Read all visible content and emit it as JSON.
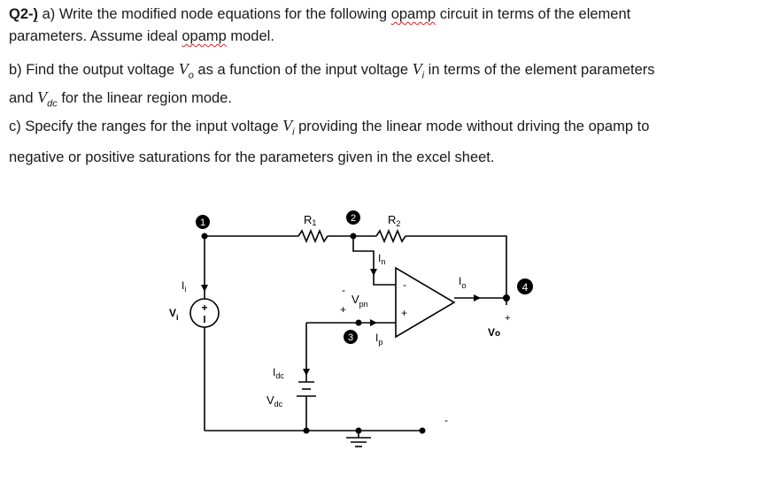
{
  "question": {
    "label": "Q2-",
    "label_paren": ")",
    "part_a": {
      "intro": " a) Write the modified node equations for the following ",
      "opamp_word": "opamp",
      "rest": " circuit in terms of the element",
      "line2_start": "parameters. Assume ideal ",
      "opamp_word2": "opamp",
      "line2_end": " model."
    },
    "part_b": {
      "start": "b) Find the output voltage ",
      "vo": "V",
      "vo_sub": "o",
      "mid": " as a function of the input voltage ",
      "vi": "V",
      "vi_sub": "i",
      "end": " in terms of the element parameters",
      "line2_start": "and ",
      "vdc": "V",
      "vdc_sub": "dc",
      "line2_end": " for the linear region mode."
    },
    "part_c": {
      "start": "c) Specify the ranges for the input voltage ",
      "vi": "V",
      "vi_sub": "i",
      "end": " providing the linear mode without driving the opamp to",
      "line2": "negative or positive saturations for the parameters given in the excel sheet."
    }
  },
  "circuit": {
    "nodes": [
      "1",
      "2",
      "3",
      "4"
    ],
    "r1": {
      "main": "R",
      "sub": "1"
    },
    "r2": {
      "main": "R",
      "sub": "2"
    },
    "ii": {
      "main": "I",
      "sub": "i"
    },
    "vi": {
      "main": "V",
      "sub": "i"
    },
    "in": {
      "main": "I",
      "sub": "n"
    },
    "vpn": {
      "main": "V",
      "sub": "pn"
    },
    "ip": {
      "main": "I",
      "sub": "p"
    },
    "io": {
      "main": "I",
      "sub": "o"
    },
    "vo": {
      "main": "V",
      "sub": "o"
    },
    "idc": {
      "main": "I",
      "sub": "dc"
    },
    "vdc": {
      "main": "V",
      "sub": "dc"
    },
    "opamp_minus": "-",
    "opamp_plus": "+",
    "source_plus": "+",
    "vpn_minus": "-",
    "vpn_plus": "+",
    "vo_plus": "+",
    "vo_minus": "-"
  }
}
